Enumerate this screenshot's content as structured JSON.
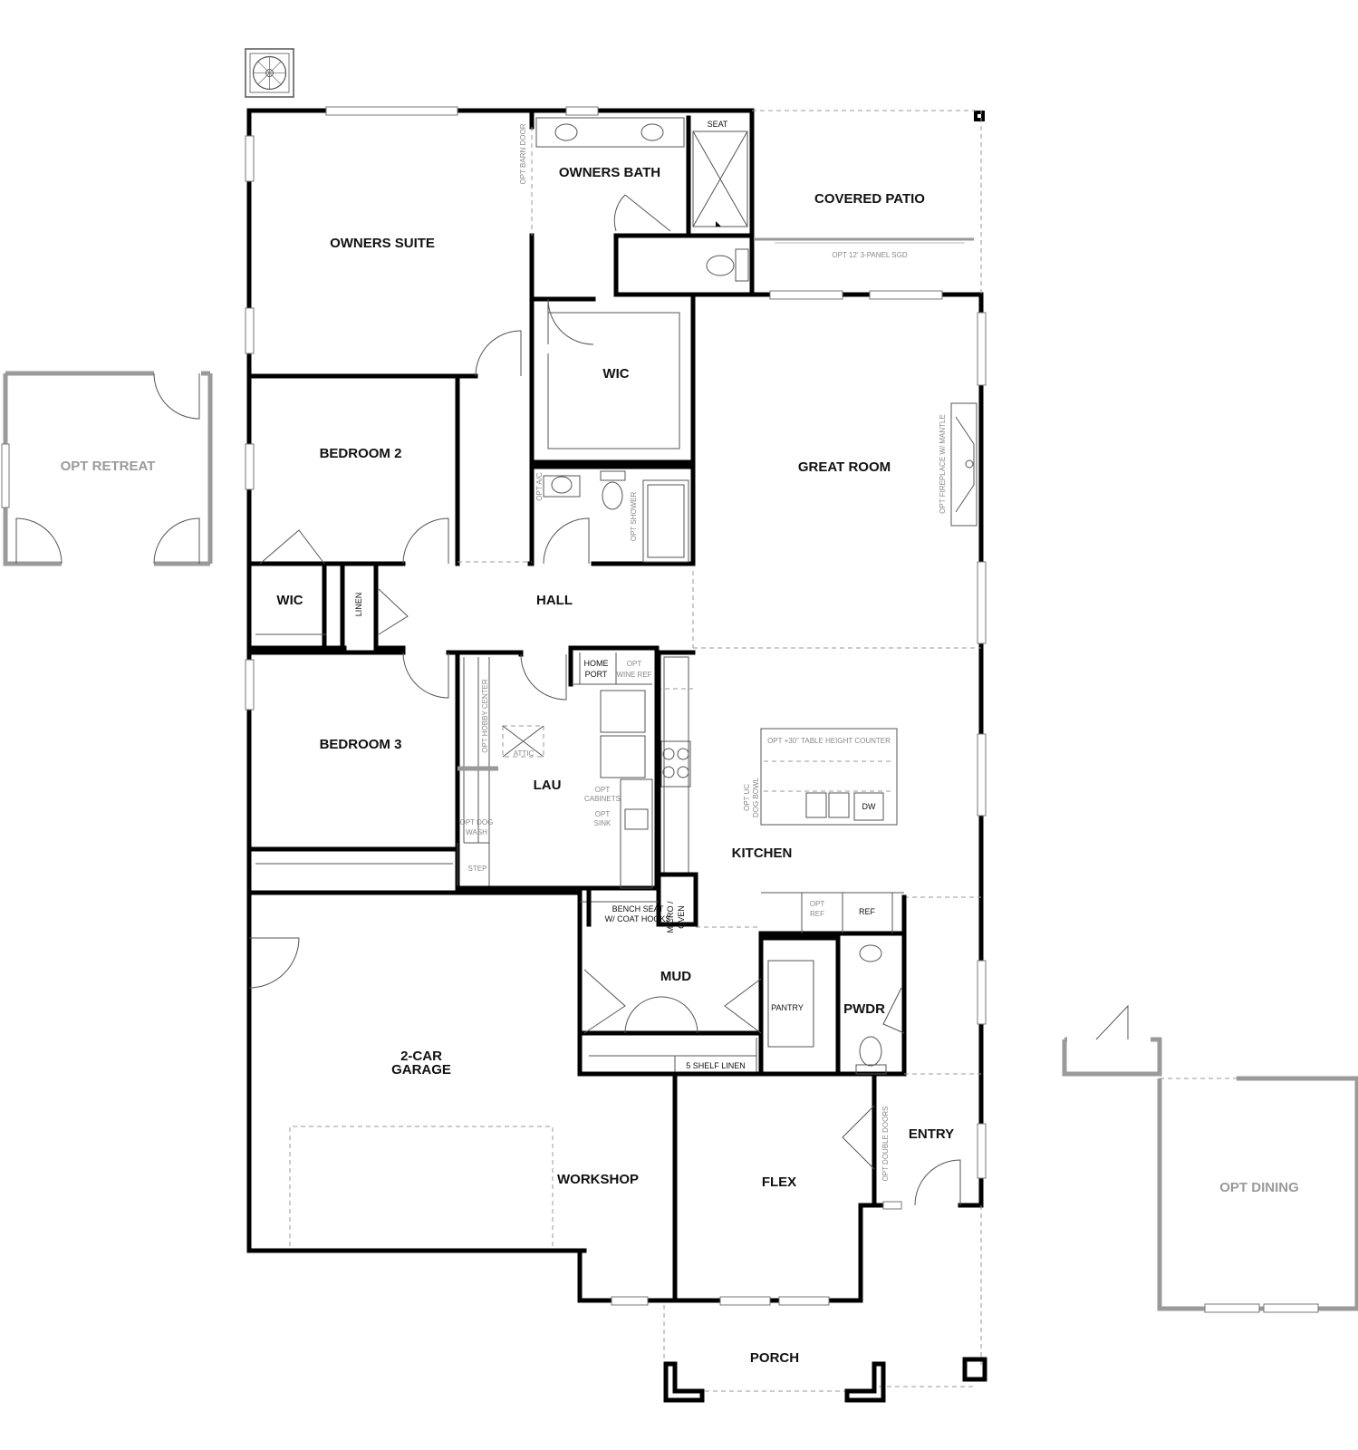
{
  "rooms": {
    "owners_suite": "OWNERS SUITE",
    "owners_bath": "OWNERS BATH",
    "covered_patio": "COVERED PATIO",
    "wic_owner": "WIC",
    "great_room": "GREAT ROOM",
    "bedroom2": "BEDROOM 2",
    "wic_bed2": "WIC",
    "linen": "LINEN",
    "hall": "HALL",
    "bedroom3": "BEDROOM 3",
    "lau": "LAU",
    "kitchen": "KITCHEN",
    "mud": "MUD",
    "pantry": "PANTRY",
    "pwdr": "PWDR",
    "garage_line1": "2-CAR",
    "garage_line2": "GARAGE",
    "workshop": "WORKSHOP",
    "flex": "FLEX",
    "entry": "ENTRY",
    "porch": "PORCH"
  },
  "options": {
    "opt_retreat": "OPT RETREAT",
    "opt_dining": "OPT DINING"
  },
  "notes": {
    "seat": "SEAT",
    "opt_barn_door": "OPT BARN DOOR",
    "opt_sgd": "OPT 12' 3-PANEL SGD",
    "opt_fireplace": "OPT FIREPLACE W/ MANTLE",
    "opt_ac": "OPT A/C",
    "opt_shower": "OPT SHOWER",
    "home_port_1": "HOME",
    "home_port_2": "PORT",
    "opt_wine_ref_1": "OPT",
    "opt_wine_ref_2": "WINE REF",
    "opt_hobby_center": "OPT HOBBY CENTER",
    "attic": "ATTIC",
    "opt_cabinets_1": "OPT",
    "opt_cabinets_2": "CABINETS",
    "opt_sink_1": "OPT",
    "opt_sink_2": "SINK",
    "opt_dog_wash_1": "OPT DOG",
    "opt_dog_wash_2": "WASH",
    "step": "STEP",
    "table_height_counter": "OPT +30\" TABLE HEIGHT COUNTER",
    "opt_uc_1": "OPT UC",
    "opt_uc_2": "DOG BOWL",
    "dw": "DW",
    "bench_seat_1": "BENCH SEAT",
    "bench_seat_2": "W/ COAT HOOKS",
    "micro_oven_1": "MICRO /",
    "micro_oven_2": "OVEN",
    "opt_ref_1": "OPT",
    "opt_ref_2": "REF",
    "ref": "REF",
    "shelf_linen": "5 SHELF LINEN",
    "opt_double_doors": "OPT DOUBLE DOORS"
  }
}
